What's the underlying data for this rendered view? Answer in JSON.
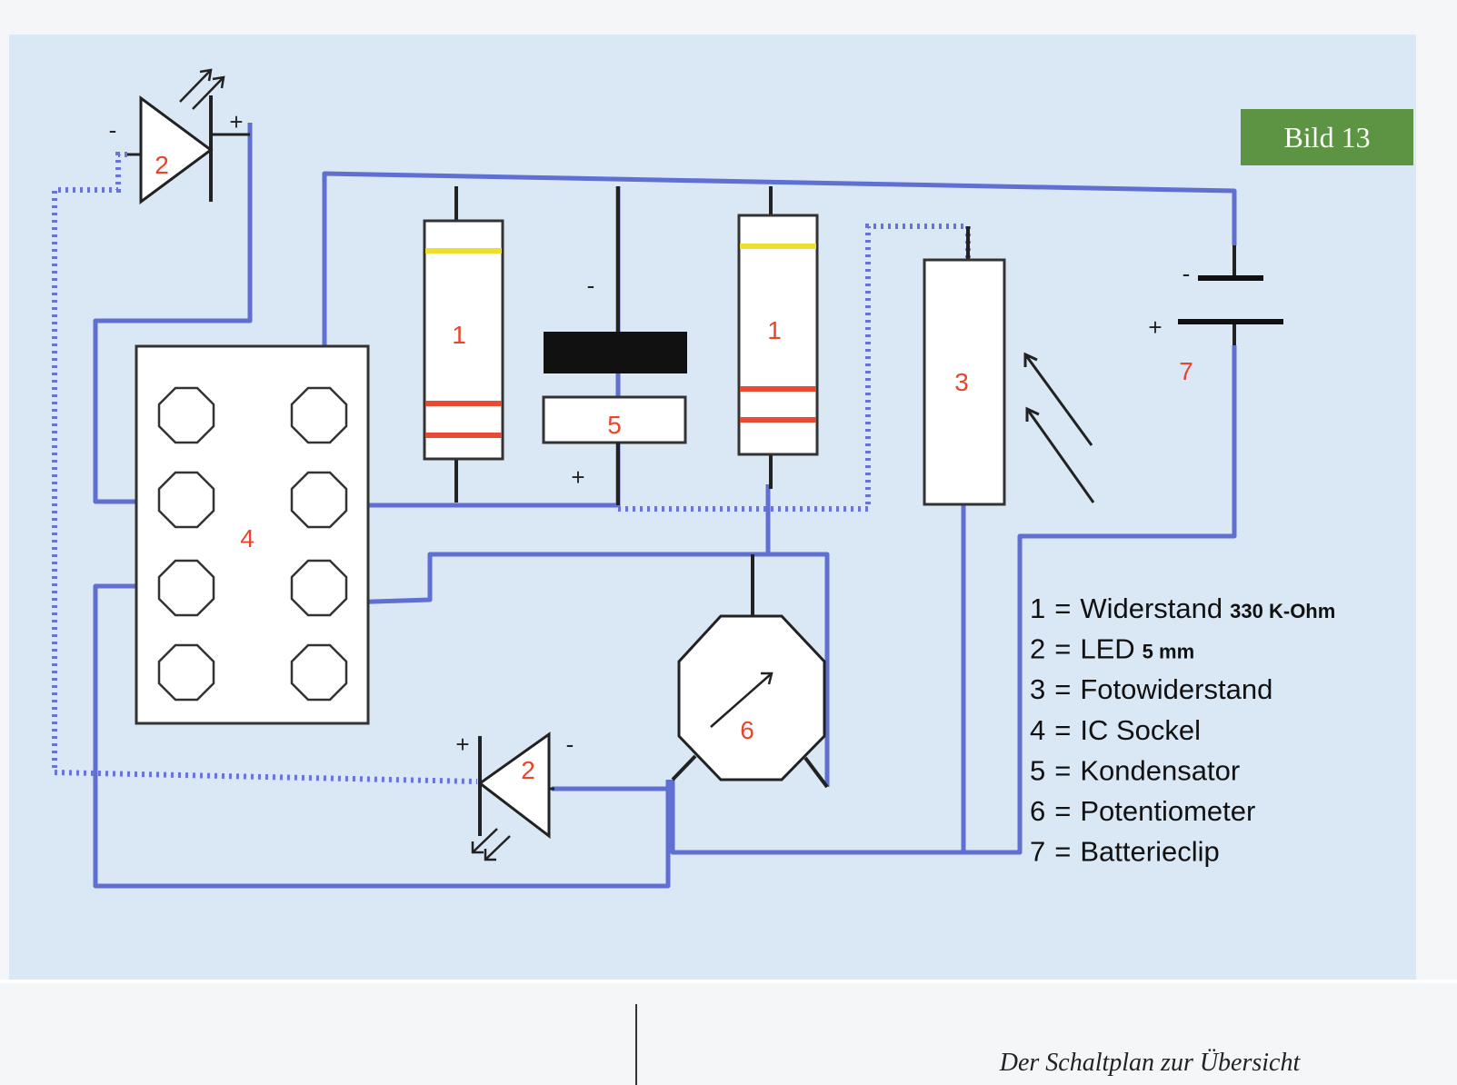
{
  "badge": "Bild 13",
  "caption": "Der Schaltplan zur Übersicht",
  "component_numbers": {
    "resistor": "1",
    "led": "2",
    "photoresistor": "3",
    "ic_socket": "4",
    "capacitor": "5",
    "potentiometer": "6",
    "battery_clip": "7"
  },
  "polarity": {
    "minus": "-",
    "plus": "+"
  },
  "legend": [
    {
      "num": "1",
      "eq": "=",
      "name": "Widerstand",
      "detail": "330 K-Ohm"
    },
    {
      "num": "2",
      "eq": "=",
      "name": "LED",
      "detail": "5 mm"
    },
    {
      "num": "3",
      "eq": "=",
      "name": "Fotowiderstand",
      "detail": ""
    },
    {
      "num": "4",
      "eq": "=",
      "name": "IC Sockel",
      "detail": ""
    },
    {
      "num": "5",
      "eq": "=",
      "name": "Kondensator",
      "detail": ""
    },
    {
      "num": "6",
      "eq": "=",
      "name": "Potentiometer",
      "detail": ""
    },
    {
      "num": "7",
      "eq": "=",
      "name": "Batterieclip",
      "detail": ""
    }
  ],
  "colors": {
    "panel": "#d9e8f4",
    "wire": "#5f6fd2",
    "dotted_wire": "#6a74d8",
    "number_red": "#e8452c",
    "badge_green": "#5d9444",
    "yellow_band": "#f0dd2c",
    "red_band": "#e74b33"
  }
}
